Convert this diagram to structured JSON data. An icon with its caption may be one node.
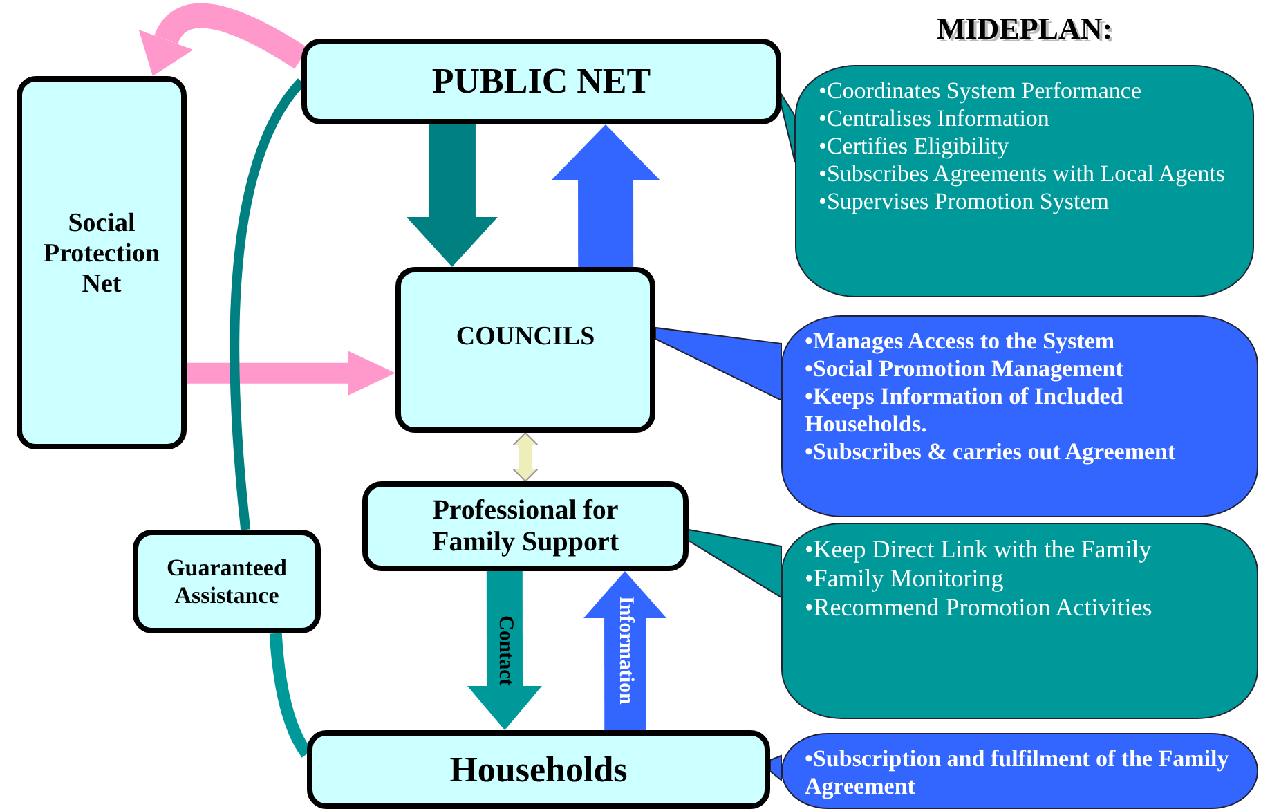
{
  "diagram": {
    "nodes": [
      {
        "text": [
          "PUBLIC NET"
        ]
      },
      {
        "text": [
          "Social Protection Net"
        ]
      },
      {
        "text": [
          "COUNCILS"
        ]
      },
      {
        "text": [
          "Professional for Family Support"
        ]
      },
      {
        "text": [
          "Guaranteed Assistance"
        ]
      },
      {
        "text": [
          "Households"
        ]
      },
      {
        "text": [
          "MIDEPLAN:",
          "•Coordinates System Performance",
          "•Centralises Information",
          "•Certifies Eligibility",
          "•Subscribes Agreements with Local Agents",
          "•Supervises Promotion System"
        ]
      },
      {
        "text": [
          "•Manages Access to the System",
          "•Social Promotion Management",
          "•Keeps Information of Included Households.",
          "•Subscribes & carries out Agreement"
        ]
      },
      {
        "text": [
          "•Keep Direct Link with the Family",
          "•Family Monitoring",
          "•Recommend Promotion Activities"
        ]
      },
      {
        "text": [
          "•Subscription and fulfilment of the Family Agreement"
        ]
      }
    ],
    "edges": [
      {
        "from": 0,
        "to": 2,
        "arrow": "to",
        "style": "thick",
        "color": "#008080"
      },
      {
        "from": 2,
        "to": 0,
        "arrow": "to",
        "style": "thick",
        "color": "#3366ff"
      },
      {
        "from": 1,
        "to": 2,
        "arrow": "to",
        "color": "#ff99cc"
      },
      {
        "from": 0,
        "to": 1,
        "arrow": "to",
        "color": "#ff99cc"
      },
      {
        "from": 2,
        "to": 3,
        "arrow": "both",
        "color": "#eeeebb"
      },
      {
        "from": 3,
        "to": 5,
        "arrow": "to",
        "label": "Contact",
        "color": "#009999"
      },
      {
        "from": 5,
        "to": 3,
        "arrow": "to",
        "label": "Information",
        "color": "#3366ff"
      },
      {
        "from": 4,
        "to": 0,
        "arrow": "none",
        "color": "#008080"
      },
      {
        "from": 4,
        "to": 5,
        "arrow": "none",
        "color": "#009999"
      },
      {
        "from": 6,
        "to": 0,
        "arrow": "none",
        "color": "#009999"
      },
      {
        "from": 7,
        "to": 2,
        "arrow": "none",
        "color": "#3366ff"
      },
      {
        "from": 8,
        "to": 3,
        "arrow": "none",
        "color": "#009999"
      },
      {
        "from": 9,
        "to": 5,
        "arrow": "none",
        "color": "#3366ff"
      }
    ]
  }
}
